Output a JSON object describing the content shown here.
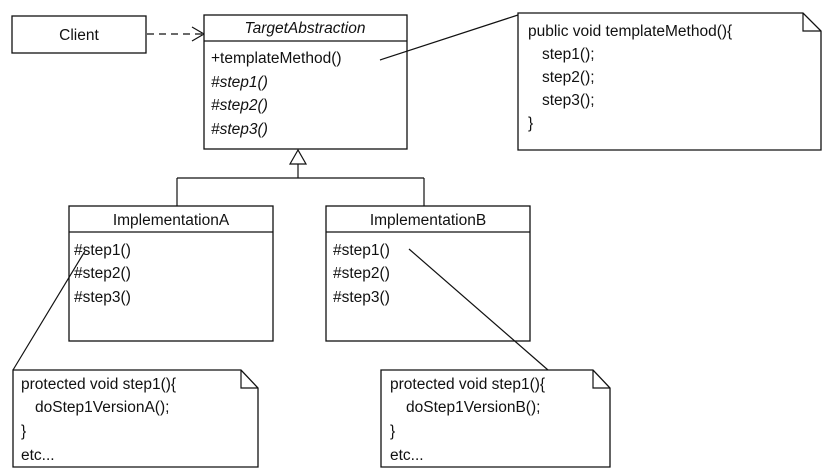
{
  "client": {
    "label": "Client"
  },
  "target_abstraction": {
    "name": "TargetAbstraction",
    "methods": [
      "+templateMethod()",
      "#step1()",
      "#step2()",
      "#step3()"
    ]
  },
  "template_note": {
    "lines": [
      "public void templateMethod(){",
      "step1();",
      "step2();",
      "step3();",
      "}"
    ]
  },
  "implementation_a": {
    "name": "ImplementationA",
    "methods": [
      "#step1()",
      "#step2()",
      "#step3()"
    ]
  },
  "implementation_b": {
    "name": "ImplementationB",
    "methods": [
      "#step1()",
      "#step2()",
      "#step3()"
    ]
  },
  "note_a": {
    "lines": [
      "protected void step1(){",
      "doStep1VersionA();",
      "}",
      "etc..."
    ]
  },
  "note_b": {
    "lines": [
      "protected void step1(){",
      "doStep1VersionB();",
      "}",
      "etc..."
    ]
  }
}
